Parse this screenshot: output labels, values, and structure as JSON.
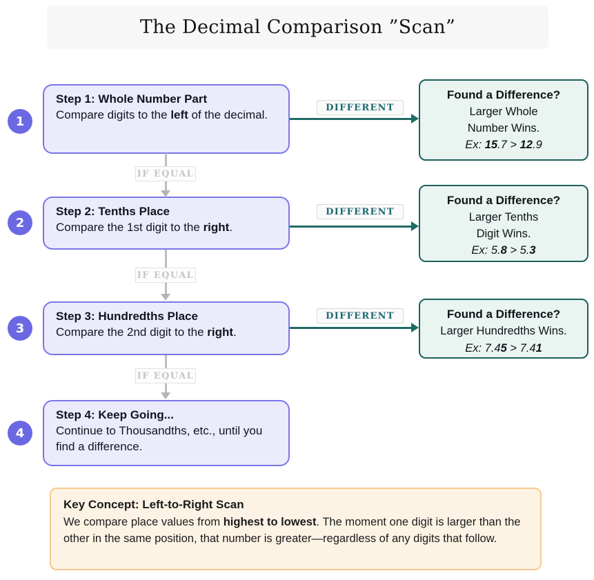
{
  "title": "The Decimal Comparison ”Scan”",
  "colors": {
    "step_border": "#7c76e8",
    "step_fill": "#ebebfb",
    "number_circle": "#6b68e3",
    "teal_arrow": "#1e6b64",
    "result_border": "#1d605d",
    "result_fill": "#eaf4f1",
    "different_text": "#1b6a70",
    "if_equal_text": "#c6c6c6",
    "gray_connector": "#bdbdbd",
    "key_border": "#f6c88d",
    "key_fill": "#fdf3e5"
  },
  "labels": {
    "different": "DIFFERENT",
    "if_equal": "IF EQUAL"
  },
  "steps": [
    {
      "num": "1",
      "title": "Step 1: Whole Number Part",
      "body": [
        {
          "t": "Compare digits to the "
        },
        {
          "t": "left",
          "b": true
        },
        {
          "t": " of the decimal."
        }
      ]
    },
    {
      "num": "2",
      "title": "Step 2: Tenths Place",
      "body": [
        {
          "t": "Compare the 1st digit to the "
        },
        {
          "t": "right",
          "b": true
        },
        {
          "t": "."
        }
      ]
    },
    {
      "num": "3",
      "title": "Step 3: Hundredths Place",
      "body": [
        {
          "t": "Compare the 2nd digit to the "
        },
        {
          "t": "right",
          "b": true
        },
        {
          "t": "."
        }
      ]
    },
    {
      "num": "4",
      "title": "Step 4: Keep Going...",
      "body": [
        {
          "t": "Continue to Thousandths, etc., until you find a difference."
        }
      ]
    }
  ],
  "results": [
    {
      "title": "Found a Difference?",
      "lines": [
        "Larger Whole",
        "Number Wins."
      ],
      "example": [
        {
          "t": "Ex: ",
          "i": true
        },
        {
          "t": "15",
          "b": true,
          "i": true
        },
        {
          "t": ".7 > ",
          "i": true
        },
        {
          "t": "12",
          "b": true,
          "i": true
        },
        {
          "t": ".9",
          "i": true
        }
      ]
    },
    {
      "title": "Found a Difference?",
      "lines": [
        "Larger Tenths",
        "Digit Wins."
      ],
      "example": [
        {
          "t": "Ex: 5.",
          "i": true
        },
        {
          "t": "8",
          "b": true,
          "i": true
        },
        {
          "t": " > 5.",
          "i": true
        },
        {
          "t": "3",
          "b": true,
          "i": true
        }
      ]
    },
    {
      "title": "Found a Difference?",
      "lines": [
        "Larger Hundredths Wins."
      ],
      "example": [
        {
          "t": "Ex: 7.4",
          "i": true
        },
        {
          "t": "5",
          "b": true,
          "i": true
        },
        {
          "t": " > 7.4",
          "i": true
        },
        {
          "t": "1",
          "b": true,
          "i": true
        }
      ]
    }
  ],
  "key_concept": {
    "title": "Key Concept: Left-to-Right Scan",
    "body": [
      {
        "t": "We compare place values from "
      },
      {
        "t": "highest to lowest",
        "b": true
      },
      {
        "t": ". The moment one digit is larger than the other in the same position, that number is greater—regardless of any digits that follow."
      }
    ]
  }
}
